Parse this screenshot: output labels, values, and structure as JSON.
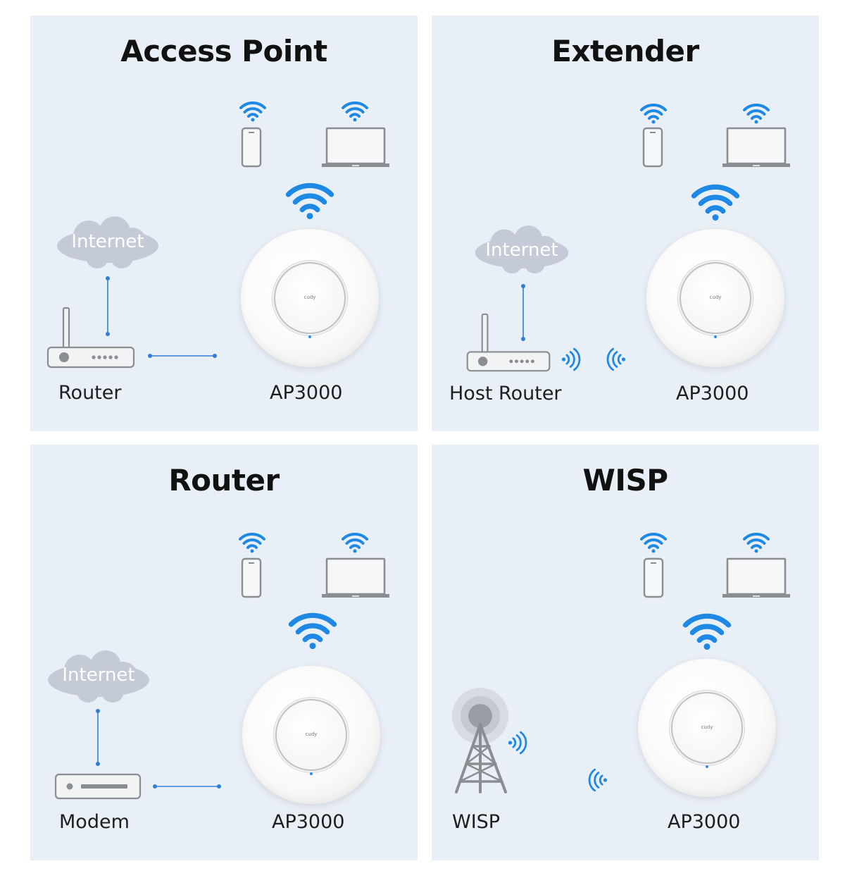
{
  "panels": {
    "access_point": {
      "title": "Access Point",
      "cloud_label": "Internet",
      "source_label": "Router",
      "device_label": "AP3000",
      "brand": "cudy"
    },
    "extender": {
      "title": "Extender",
      "cloud_label": "Internet",
      "source_label": "Host Router",
      "device_label": "AP3000",
      "brand": "cudy"
    },
    "router": {
      "title": "Router",
      "cloud_label": "Internet",
      "source_label": "Modem",
      "device_label": "AP3000",
      "brand": "cudy"
    },
    "wisp": {
      "title": "WISP",
      "source_label": "WISP",
      "device_label": "AP3000",
      "brand": "cudy"
    }
  },
  "colors": {
    "panel_bg": "#e9eff6",
    "wifi_blue": "#1e88e5",
    "link_line": "#2f7fd8",
    "device_gray": "#8a8d92",
    "cloud": "#c5cad7"
  },
  "icons": [
    "wifi-icon",
    "phone-icon",
    "laptop-icon",
    "cloud-icon",
    "router-icon",
    "modem-icon",
    "tower-icon",
    "signal-waves-icon",
    "access-point-device"
  ]
}
